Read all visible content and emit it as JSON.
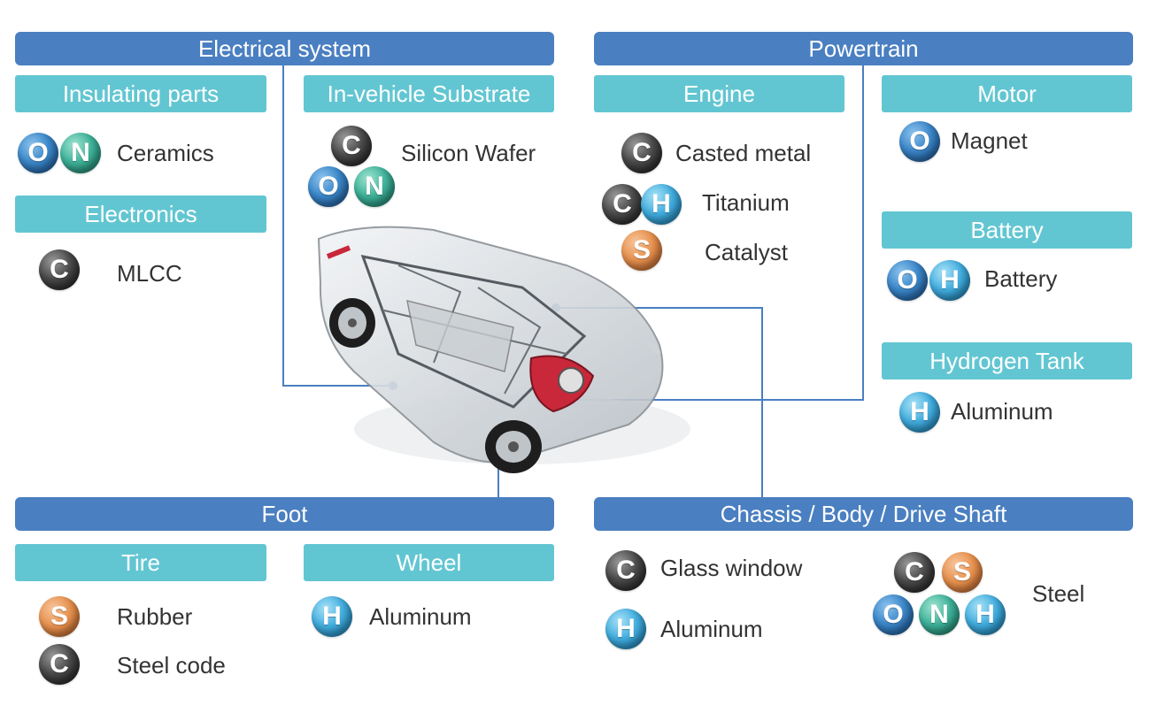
{
  "sections": {
    "electrical": "Electrical system",
    "powertrain": "Powertrain",
    "foot": "Foot",
    "chassis": "Chassis / Body / Drive Shaft"
  },
  "categories": {
    "insulating": "Insulating parts",
    "substrate": "In-vehicle Substrate",
    "electronics": "Electronics",
    "engine": "Engine",
    "motor": "Motor",
    "battery": "Battery",
    "hydrogen": "Hydrogen Tank",
    "tire": "Tire",
    "wheel": "Wheel"
  },
  "materials": {
    "ceramics": "Ceramics",
    "silicon_wafer": "Silicon Wafer",
    "mlcc": "MLCC",
    "casted_metal": "Casted metal",
    "titanium": "Titanium",
    "catalyst": "Catalyst",
    "magnet": "Magnet",
    "battery": "Battery",
    "h_aluminum": "Aluminum",
    "rubber": "Rubber",
    "steel_code": "Steel code",
    "wheel_aluminum": "Aluminum",
    "glass_window": "Glass window",
    "body_aluminum": "Aluminum",
    "steel": "Steel"
  },
  "elements": {
    "C": "C",
    "O": "O",
    "N": "N",
    "H": "H",
    "S": "S"
  },
  "colors": {
    "header": "#4a7fc1",
    "subheader": "#62c6d2",
    "connector": "#4a7fc1",
    "C": "#3a3a3a",
    "O": "#3b87c9",
    "N": "#3fb39a",
    "H": "#43aedf",
    "S": "#e8924f"
  }
}
